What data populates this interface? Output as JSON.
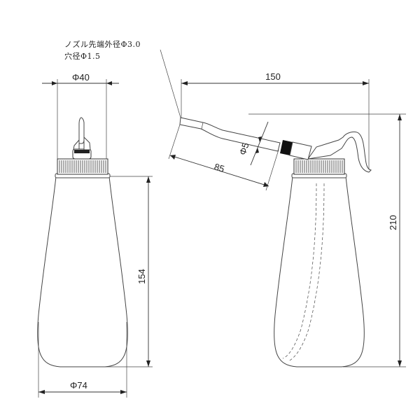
{
  "notes": {
    "nozzle_tip": "ノズル先端外径Φ3.0",
    "hole": "穴径Φ1.5"
  },
  "dimensions": {
    "cap_diameter": "Φ40",
    "body_height": "154",
    "body_diameter": "Φ74",
    "overall_width": "150",
    "overall_height": "210",
    "nozzle_length": "85",
    "nozzle_diameter": "Φ5"
  },
  "views": [
    "front-view",
    "side-view"
  ]
}
